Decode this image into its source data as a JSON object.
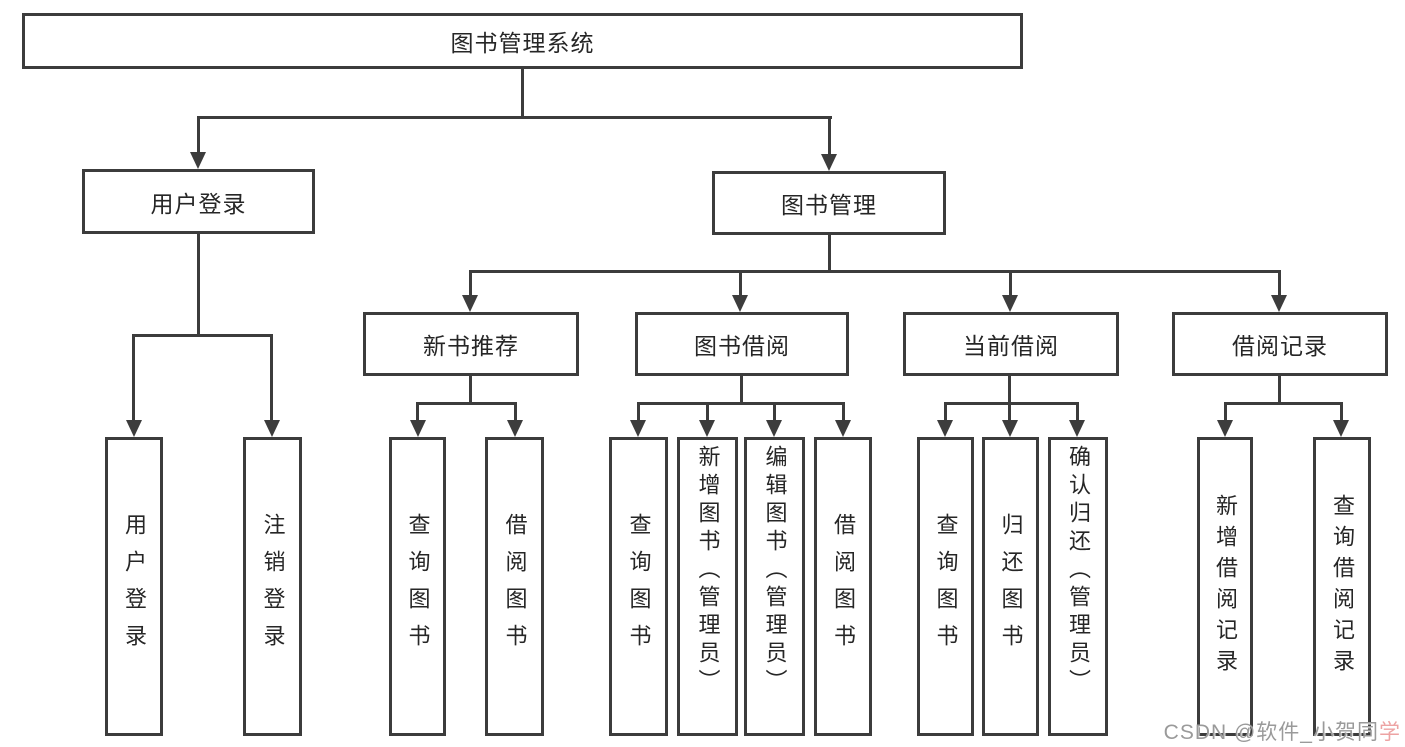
{
  "diagram": {
    "root": {
      "label": "图书管理系统"
    },
    "branches": [
      {
        "label": "用户登录",
        "children": [
          {
            "label": "用户登录"
          },
          {
            "label": "注销登录"
          }
        ]
      },
      {
        "label": "图书管理",
        "children": [
          {
            "label": "新书推荐",
            "children": [
              {
                "label": "查询图书"
              },
              {
                "label": "借阅图书"
              }
            ]
          },
          {
            "label": "图书借阅",
            "children": [
              {
                "label": "查询图书"
              },
              {
                "label": "新增图书（管理员）"
              },
              {
                "label": "编辑图书（管理员）"
              },
              {
                "label": "借阅图书"
              }
            ]
          },
          {
            "label": "当前借阅",
            "children": [
              {
                "label": "查询图书"
              },
              {
                "label": "归还图书"
              },
              {
                "label": "确认归还（管理员）"
              }
            ]
          },
          {
            "label": "借阅记录",
            "children": [
              {
                "label": "新增借阅记录"
              },
              {
                "label": "查询借阅记录"
              }
            ]
          }
        ]
      }
    ],
    "watermark": {
      "text": "CSDN @软件_小贺同",
      "accent": "学"
    },
    "colors": {
      "line": "#3C3C3C",
      "text": "#262626",
      "background": "#FFFFFF",
      "watermark_gray": "#9A9A9A",
      "watermark_accent": "#EDA3A3"
    }
  }
}
